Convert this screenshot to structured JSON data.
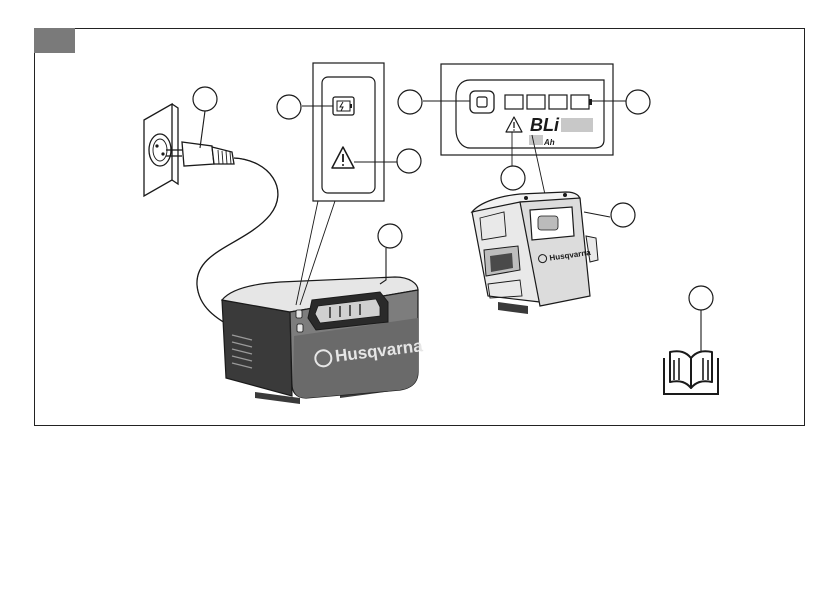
{
  "charger": {
    "brand_text": "Husqvarna"
  },
  "battery": {
    "brand_text": "Husqvarna"
  },
  "battery_display": {
    "model_text": "BLi",
    "sub_text": "Ah"
  },
  "colors": {
    "tab": "#7a7a7a",
    "line": "#1a1a1a",
    "housing_dark": "#3a3a3a",
    "housing_mid": "#9a9a9a",
    "housing_light": "#e6e6e6"
  },
  "icons": [
    "wall-socket-icon",
    "plug-icon",
    "battery-charge-icon",
    "warning-icon",
    "manual-book-icon"
  ]
}
